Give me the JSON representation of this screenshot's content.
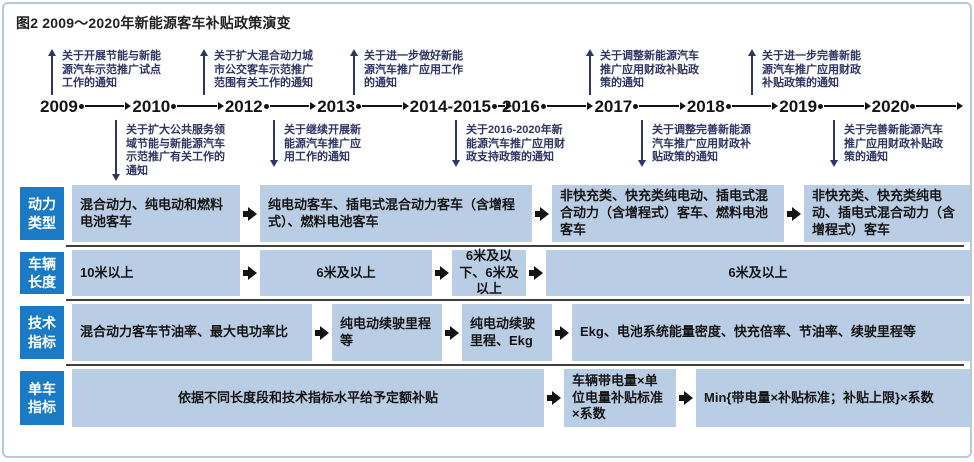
{
  "title": "图2  2009～2020年新能源客车补贴政策演变",
  "colors": {
    "label_blue": "#1a7ac5",
    "box_blue": "#b9cde4",
    "ann_navy": "#2f3566",
    "ink": "#141414"
  },
  "timeline": {
    "years": [
      "2009",
      "2010",
      "2012",
      "2013",
      "2014-2015",
      "2016",
      "2017",
      "2018",
      "2019",
      "2020"
    ],
    "above": [
      {
        "year": "2009",
        "text": "关于开展节能与新能源汽车示范推广试点工作的通知"
      },
      {
        "year": "2012",
        "text": "关于扩大混合动力城市公交客车示范推广范围有关工作的通知"
      },
      {
        "year": "2014-2015",
        "text": "关于进一步做好新能源汽车推广应用工作的通知"
      },
      {
        "year": "2017",
        "text": "关于调整新能源汽车推广应用财政补贴政策的通知"
      },
      {
        "year": "2019",
        "text": "关于进一步完善新能源汽车推广应用财政补贴政策的通知"
      }
    ],
    "below": [
      {
        "year": "2010",
        "text": "关于扩大公共服务领域节能与新能源汽车示范推广有关工作的通知"
      },
      {
        "year": "2013",
        "text": "关于继续开展新能源汽车推广应用工作的通知"
      },
      {
        "year": "2016",
        "text": "关于2016-2020年新能源汽车推广应用财政支持政策的通知"
      },
      {
        "year": "2018",
        "text": "关于调整完善新能源汽车推广应用财政补贴政策的通知"
      },
      {
        "year": "2020",
        "text": "关于完善新能源汽车推广应用财政补贴政策的通知"
      }
    ]
  },
  "rows": [
    {
      "label": "动力类型",
      "boxes": [
        "混合动力、纯电动和燃料电池客车",
        "纯电动客车、插电式混合动力客车（含增程式）、燃料电池客车",
        "非快充类、快充类纯电动、插电式混合动力（含增程式）客车、燃料电池客车",
        "非快充类、快充类纯电动、插电式混合动力（含增程式）客车"
      ]
    },
    {
      "label": "车辆长度",
      "boxes": [
        "10米以上",
        "6米及以上",
        "6米及以下、6米及以上",
        "6米及以上"
      ]
    },
    {
      "label": "技术指标",
      "boxes": [
        "混合动力客车节油率、最大电功率比",
        "纯电动续驶里程等",
        "纯电动续驶里程、Ekg",
        "Ekg、电池系统能量密度、快充倍率、节油率、续驶里程等"
      ]
    },
    {
      "label": "单车指标",
      "boxes": [
        "依据不同长度段和技术指标水平给予定额补贴",
        "车辆带电量×单位电量补贴标准×系数",
        "Min{带电量×补贴标准；补贴上限}×系数"
      ]
    }
  ]
}
